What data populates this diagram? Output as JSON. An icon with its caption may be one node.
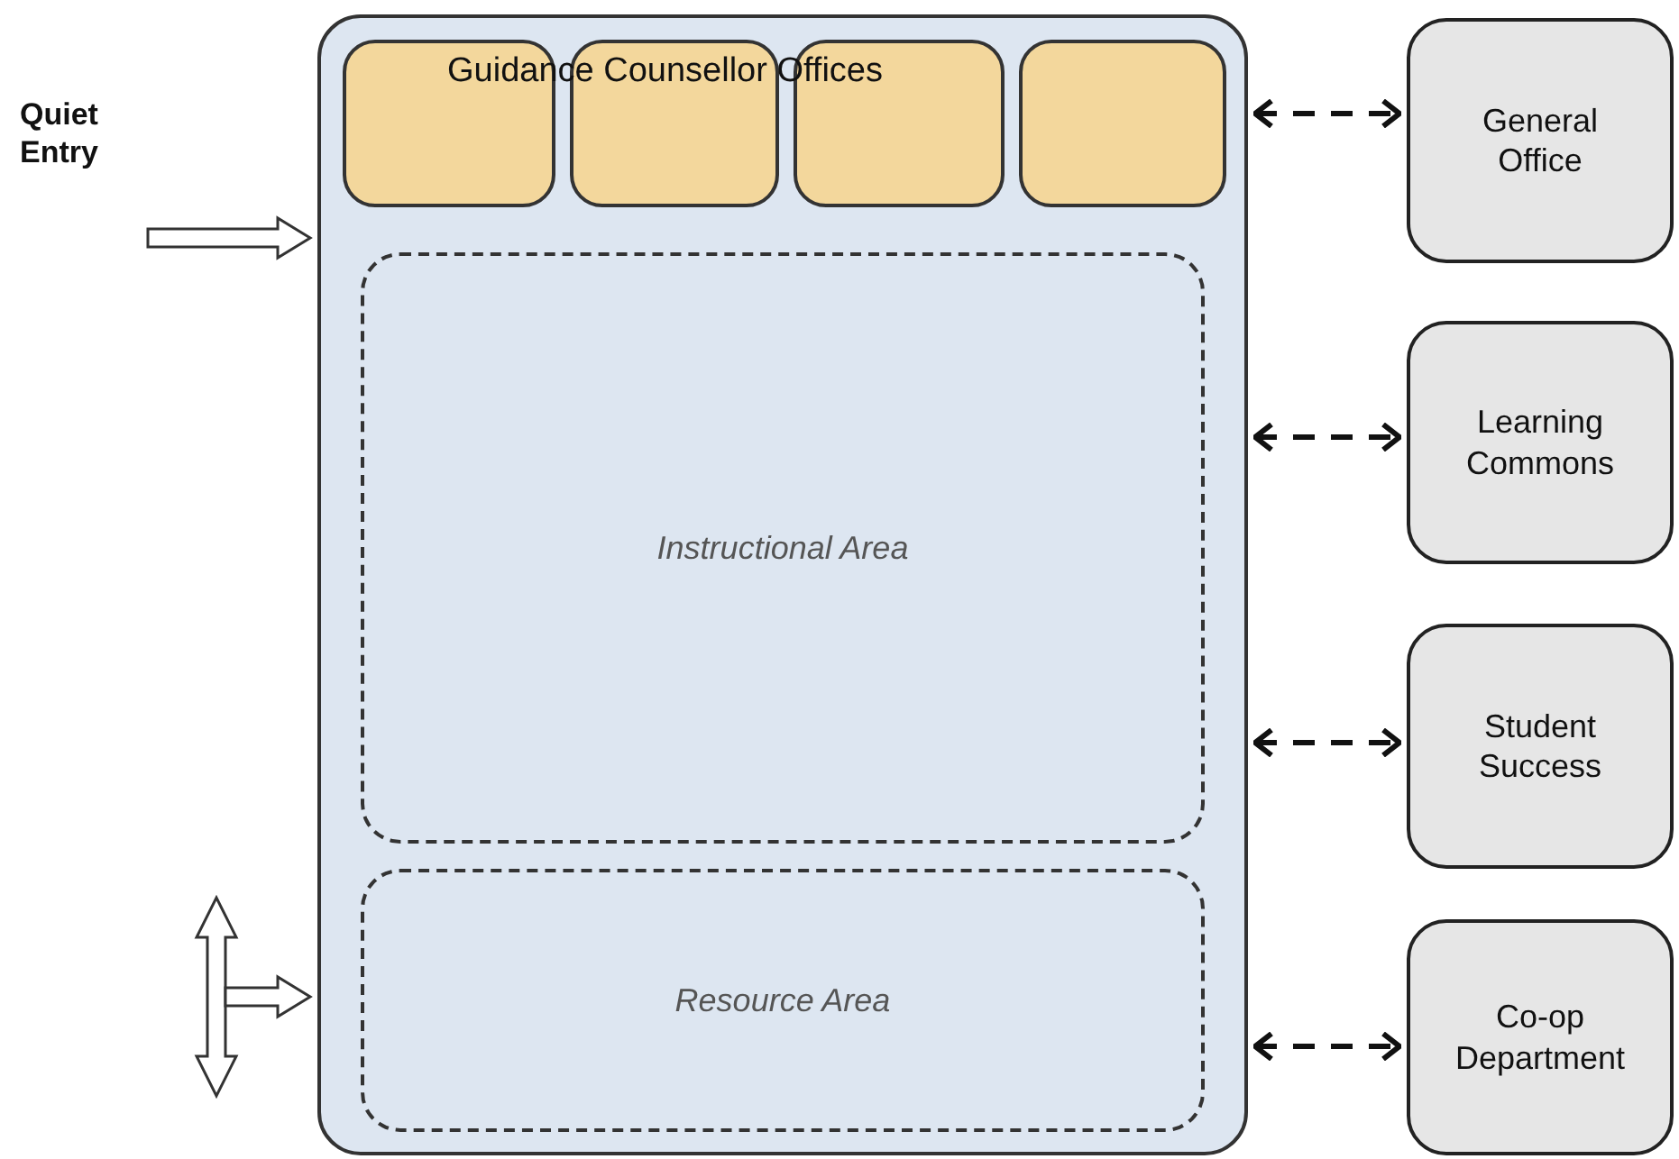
{
  "diagram": {
    "nodes": [
      {
        "text": [],
        "shape": "box"
      },
      {
        "text": [],
        "shape": "box",
        "in": 0
      },
      {
        "text": [],
        "shape": "box",
        "in": 0
      },
      {
        "text": [],
        "shape": "box",
        "in": 0
      },
      {
        "text": [],
        "shape": "box",
        "in": 0
      },
      {
        "text": [
          "Instructional Area"
        ],
        "in": 0
      },
      {
        "text": [
          "Resource Area"
        ],
        "in": 0
      },
      {
        "text": [
          "General Office"
        ]
      },
      {
        "text": [
          "Learning Commons"
        ]
      },
      {
        "text": [
          "Student Success"
        ]
      },
      {
        "text": [
          "Co-op Department"
        ]
      },
      {
        "text": [
          "Quiet Entry"
        ]
      }
    ],
    "edges": [
      {
        "from": 11,
        "to": 0,
        "arrow": "to"
      },
      {
        "from": null,
        "to": 0,
        "arrow": "to"
      },
      {
        "from": 0,
        "to": 7,
        "arrow": "both",
        "style": "dashed"
      },
      {
        "from": 0,
        "to": 8,
        "arrow": "both",
        "style": "dashed"
      },
      {
        "from": 0,
        "to": 9,
        "arrow": "both",
        "style": "dashed"
      },
      {
        "from": 0,
        "to": 10,
        "arrow": "both",
        "style": "dashed"
      }
    ],
    "labels": [
      "Guidance Counsellor Offices"
    ]
  }
}
